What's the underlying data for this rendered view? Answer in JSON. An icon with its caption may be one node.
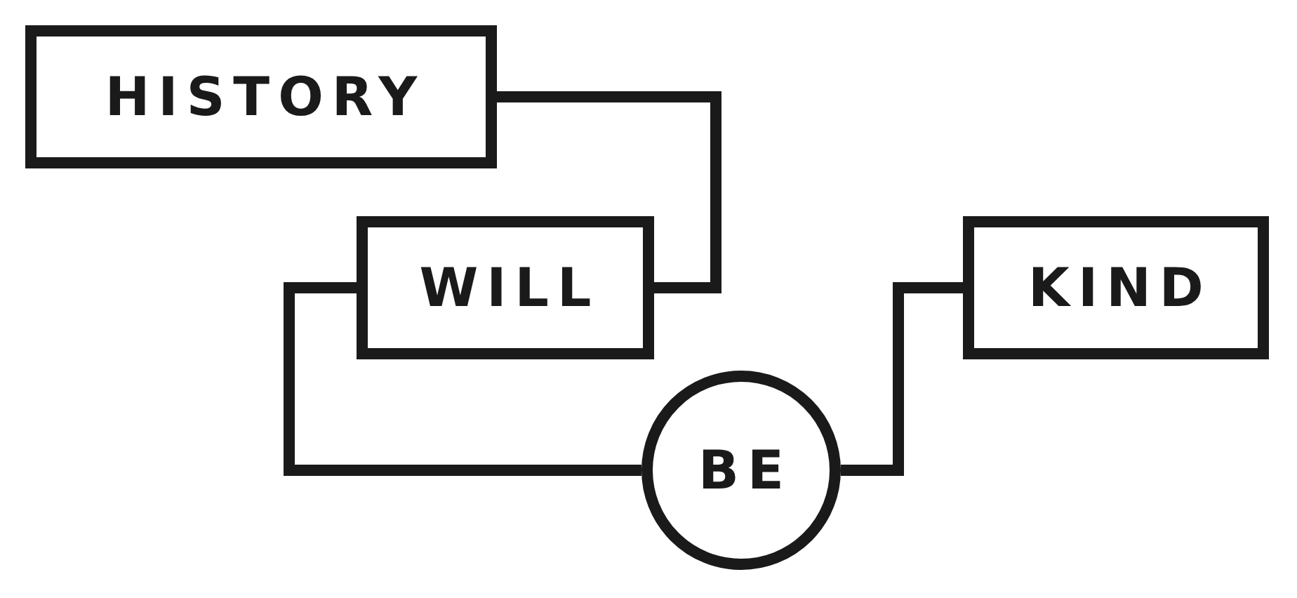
{
  "diagram": {
    "nodes": [
      {
        "text": [
          "HISTORY"
        ]
      },
      {
        "text": [
          "WILL"
        ]
      },
      {
        "text": [
          "BE"
        ]
      },
      {
        "text": [
          "KIND"
        ]
      }
    ],
    "edges": [
      {
        "from": 0,
        "to": 1,
        "arrow": "none"
      },
      {
        "from": 1,
        "to": 2,
        "arrow": "none"
      },
      {
        "from": 2,
        "to": 3,
        "arrow": "none"
      }
    ]
  }
}
